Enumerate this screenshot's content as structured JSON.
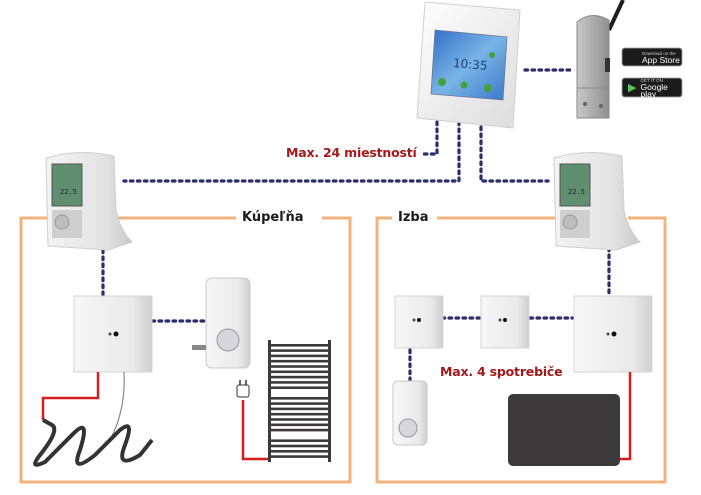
{
  "diagram": {
    "title": "Wireless heating control system",
    "colors": {
      "wireless_link": "#2d2d6b",
      "room_border": "#f2b27c",
      "annotation_text": "#a3191b",
      "wire": "#d21f1f",
      "heater": "#3c3a3a",
      "label_text": "#1a1a1a"
    },
    "central_unit": {
      "name": "touchscreen-central-unit",
      "screen_time": "10:35"
    },
    "gateway": {
      "name": "internet-gateway"
    },
    "app_badges": [
      {
        "icon": "apple-icon",
        "small": "Download on the",
        "label": "App Store"
      },
      {
        "icon": "google-play-icon",
        "small": "GET IT ON",
        "label": "Google play"
      }
    ],
    "annotations": {
      "max_rooms": "Max. 24 miestností",
      "max_appliances": "Max. 4 spotrebiče"
    },
    "rooms": [
      {
        "label": "Kúpeľňa",
        "devices": [
          "room-thermostat",
          "receiver-unit",
          "plug-in-receiver",
          "floor-heating-cable",
          "towel-radiator"
        ]
      },
      {
        "label": "Izba",
        "devices": [
          "room-thermostat",
          "receiver-unit",
          "receiver-unit",
          "receiver-unit",
          "plug-in-receiver",
          "heating-panel"
        ]
      }
    ],
    "thermostat_display": "22.5"
  }
}
